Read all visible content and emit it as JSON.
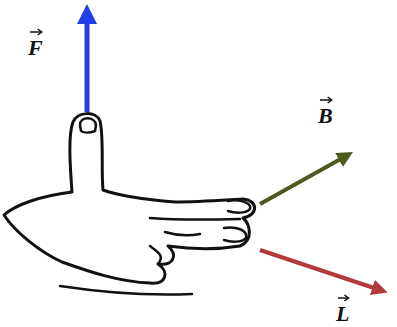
{
  "diagram": {
    "labels": [
      "F",
      "B",
      "L"
    ]
  }
}
